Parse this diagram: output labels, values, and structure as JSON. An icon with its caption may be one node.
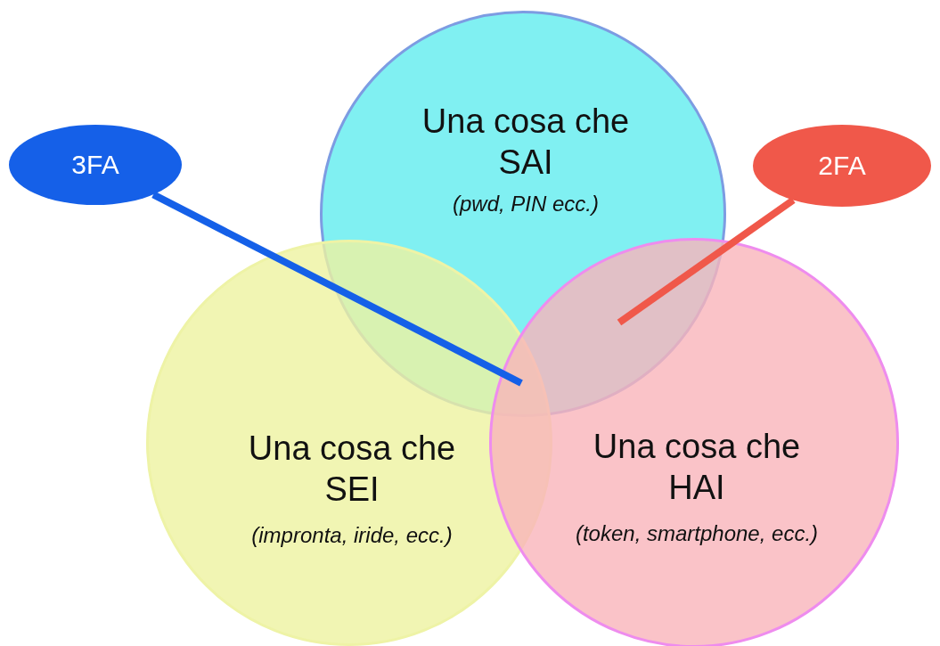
{
  "diagram": {
    "nodes": [
      {
        "text": [
          "Una cosa che SAI",
          "(pwd, PIN ecc.)"
        ]
      },
      {
        "text": [
          "Una cosa che SEI",
          "(impronta, iride, ecc.)"
        ]
      },
      {
        "text": [
          "Una cosa che HAI",
          "(token, smartphone, ecc.)"
        ]
      },
      {
        "text": [
          "3FA"
        ]
      },
      {
        "text": [
          "2FA"
        ]
      }
    ],
    "edges": [
      {
        "from": 3,
        "to": 0,
        "arrow": "none",
        "color": "#1560e8"
      },
      {
        "from": 4,
        "to": 0,
        "arrow": "none",
        "color": "#f0584a"
      }
    ]
  }
}
